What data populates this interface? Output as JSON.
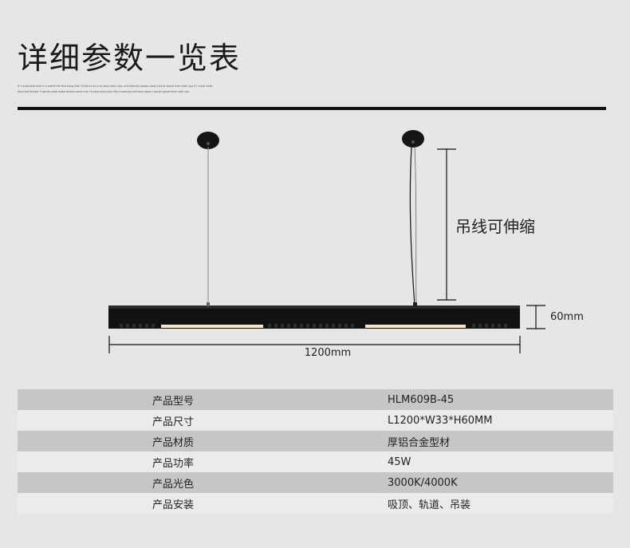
{
  "header": {
    "title": "详细参数一览表",
    "subtitle_line1": "If I could save time in a bottle the first thing that I'd like to do is to save every day until eternity passes away just to spend them with you If I could make",
    "subtitle_line2": "days last forever If words could make wishes come true I'd save every day like a treasure and then again I would spend them with you"
  },
  "diagram": {
    "cable_label": "吊线可伸缩",
    "height_label": "60mm",
    "width_label": "1200mm",
    "fixture_color": "#111111",
    "light_color": "#f4e6c8"
  },
  "specs": [
    {
      "key": "产品型号",
      "value": "HLM609B-45"
    },
    {
      "key": "产品尺寸",
      "value": "L1200*W33*H60MM"
    },
    {
      "key": "产品材质",
      "value": "厚铝合金型材"
    },
    {
      "key": "产品功率",
      "value": "45W"
    },
    {
      "key": "产品光色",
      "value": "3000K/4000K"
    },
    {
      "key": "产品安装",
      "value": "吸顶、轨道、吊装"
    }
  ]
}
